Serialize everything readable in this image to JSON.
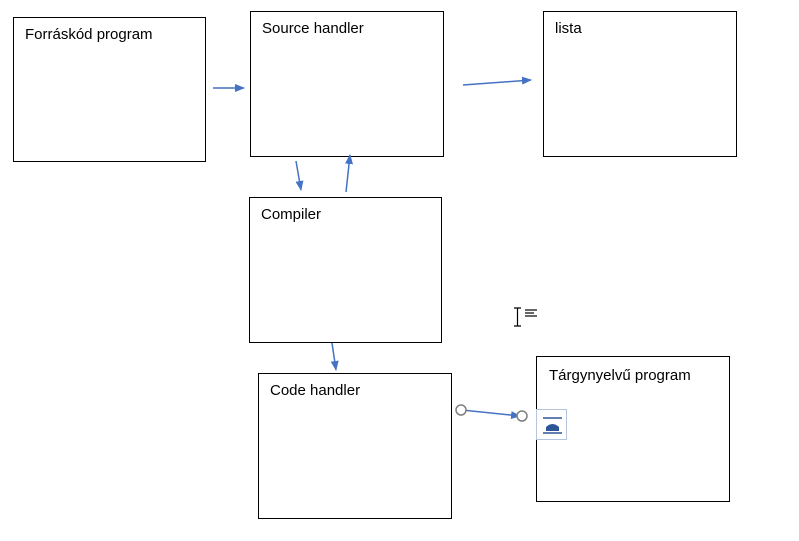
{
  "diagram": {
    "nodes": [
      {
        "id": "forraskod",
        "label": "Forráskód program"
      },
      {
        "id": "source",
        "label": "Source handler"
      },
      {
        "id": "lista",
        "label": "lista"
      },
      {
        "id": "compiler",
        "label": "Compiler"
      },
      {
        "id": "code",
        "label": "Code handler"
      },
      {
        "id": "targy",
        "label": "Tárgynyelvű program"
      }
    ],
    "edges": [
      {
        "from": "forraskod",
        "to": "source"
      },
      {
        "from": "source",
        "to": "lista"
      },
      {
        "from": "source",
        "to": "compiler"
      },
      {
        "from": "compiler",
        "to": "source"
      },
      {
        "from": "compiler",
        "to": "code"
      },
      {
        "from": "code",
        "to": "targy",
        "selected": true
      }
    ]
  },
  "colors": {
    "arrow": "#4472c4",
    "box_border": "#000000",
    "selection_handle": "#7f7f7f",
    "layout_options_icon": "#2e5597"
  },
  "icons": {
    "layout_options": "wrap-text-layout-options-icon",
    "cursor": "text-ibeam-cursor-icon"
  }
}
